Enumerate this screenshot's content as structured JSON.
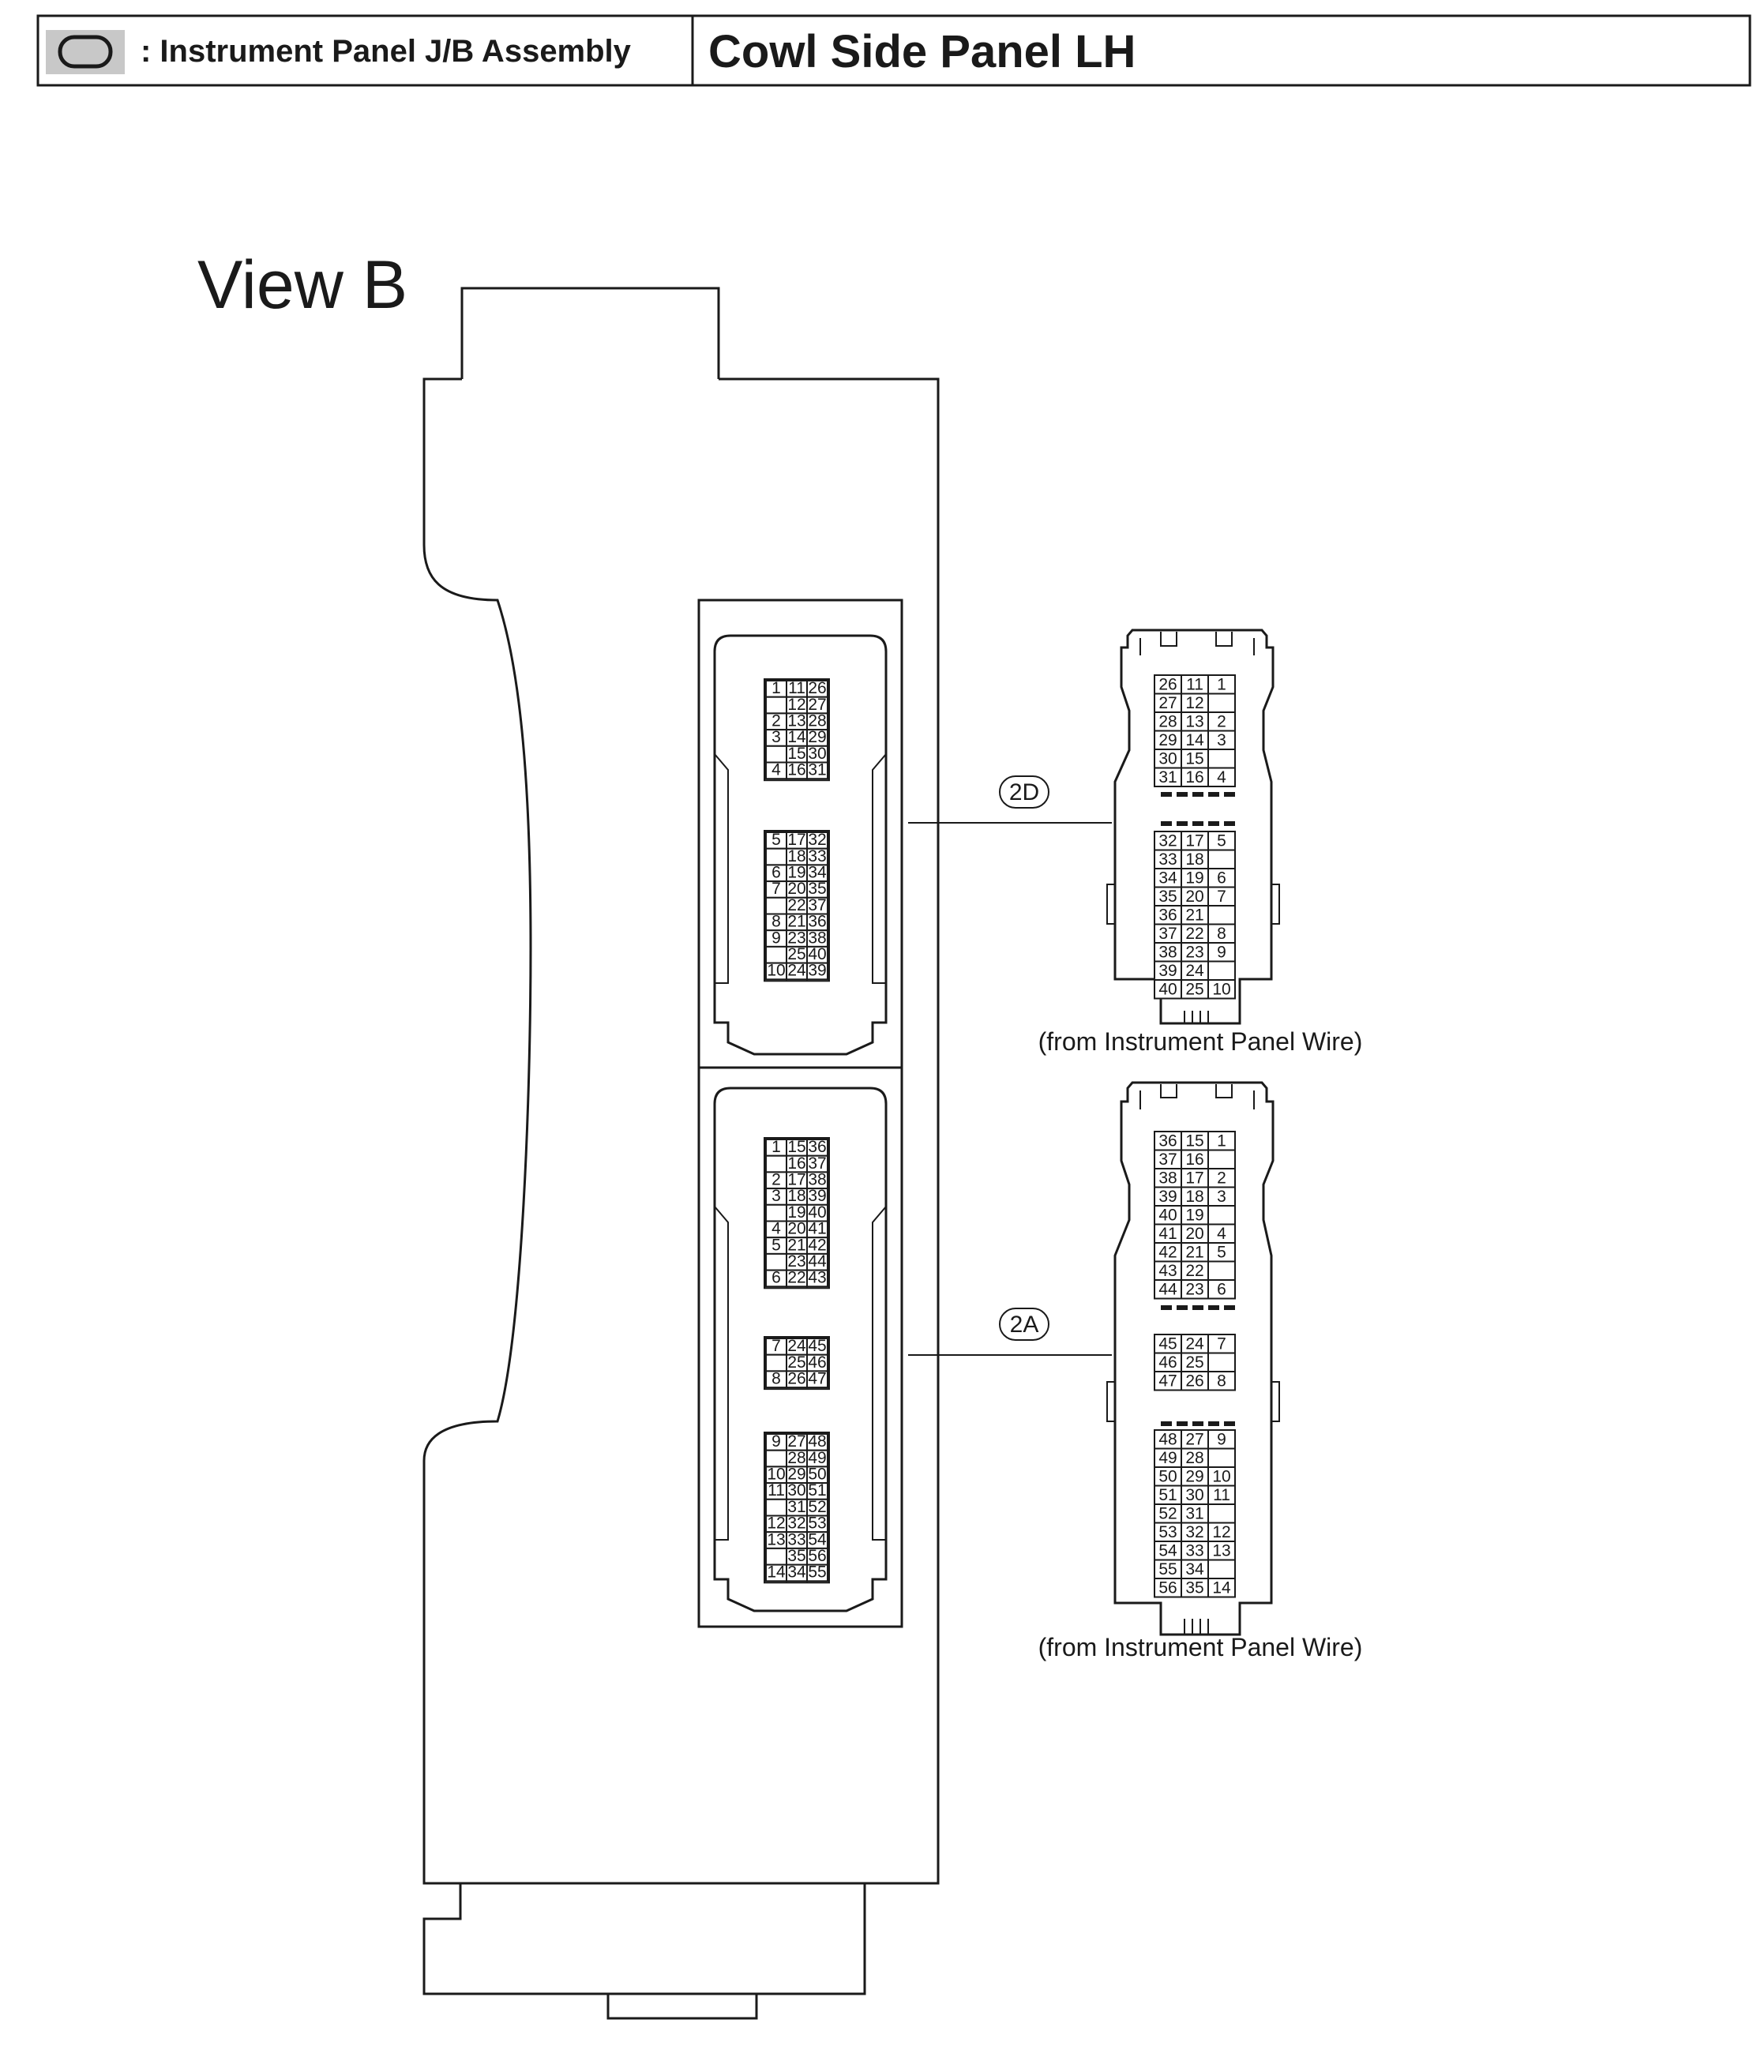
{
  "header": {
    "symbol_name": "rounded-rectangle-symbol",
    "label": ": Instrument Panel J/B Assembly",
    "title": "Cowl Side Panel LH"
  },
  "view_label": "View B",
  "connectors": [
    {
      "code": "2D",
      "caption": "(from Instrument Panel  Wire)",
      "jb_side": {
        "groups": [
          {
            "rows": [
              [
                "1",
                "11",
                "26"
              ],
              [
                "2",
                "13",
                "28"
              ],
              [
                "3",
                "14",
                "29"
              ],
              [
                "4",
                "16",
                "31"
              ]
            ],
            "sub": [
              [
                "",
                "12",
                "27"
              ],
              [
                "",
                "15",
                "30"
              ]
            ]
          },
          {
            "rows": [
              [
                "5",
                "17",
                "32"
              ],
              [
                "6",
                "19",
                "34"
              ],
              [
                "7",
                "20",
                "35"
              ],
              [
                "8",
                "21",
                "36"
              ],
              [
                "9",
                "23",
                "38"
              ],
              [
                "10",
                "24",
                "39"
              ]
            ],
            "sub": [
              [
                "",
                "18",
                "33"
              ],
              [
                "",
                "22",
                "37"
              ],
              [
                "",
                "25",
                "40"
              ]
            ]
          }
        ]
      },
      "wire_side": {
        "groups": [
          {
            "rows": [
              [
                "26",
                "11",
                "1"
              ],
              [
                "27",
                "12",
                ""
              ],
              [
                "28",
                "13",
                "2"
              ],
              [
                "29",
                "14",
                "3"
              ],
              [
                "30",
                "15",
                ""
              ],
              [
                "31",
                "16",
                "4"
              ]
            ]
          },
          {
            "rows": [
              [
                "32",
                "17",
                "5"
              ],
              [
                "33",
                "18",
                ""
              ],
              [
                "34",
                "19",
                "6"
              ],
              [
                "35",
                "20",
                "7"
              ],
              [
                "36",
                "21",
                ""
              ],
              [
                "37",
                "22",
                "8"
              ],
              [
                "38",
                "23",
                "9"
              ],
              [
                "39",
                "24",
                ""
              ],
              [
                "40",
                "25",
                "10"
              ]
            ]
          }
        ]
      }
    },
    {
      "code": "2A",
      "caption": "(from Instrument Panel  Wire)",
      "jb_side": {
        "groups": [
          {
            "rows": [
              [
                "1",
                "15",
                "36"
              ],
              [
                "2",
                "17",
                "38"
              ],
              [
                "3",
                "18",
                "39"
              ],
              [
                "4",
                "20",
                "41"
              ],
              [
                "5",
                "21",
                "42"
              ],
              [
                "6",
                "22",
                "43"
              ]
            ],
            "sub": [
              [
                "",
                "16",
                "37"
              ],
              [
                "",
                "19",
                "40"
              ],
              [
                "",
                "23",
                "44"
              ]
            ]
          },
          {
            "rows": [
              [
                "7",
                "24",
                "45"
              ],
              [
                "8",
                "26",
                "47"
              ]
            ],
            "sub": [
              [
                "",
                "25",
                "46"
              ]
            ]
          },
          {
            "rows": [
              [
                "9",
                "27",
                "48"
              ],
              [
                "10",
                "29",
                "50"
              ],
              [
                "11",
                "30",
                "51"
              ],
              [
                "12",
                "32",
                "53"
              ],
              [
                "13",
                "33",
                "54"
              ],
              [
                "14",
                "34",
                "55"
              ]
            ],
            "sub": [
              [
                "",
                "28",
                "49"
              ],
              [
                "",
                "31",
                "52"
              ],
              [
                "",
                "35",
                "56"
              ]
            ]
          }
        ]
      },
      "wire_side": {
        "groups": [
          {
            "rows": [
              [
                "36",
                "15",
                "1"
              ],
              [
                "37",
                "16",
                ""
              ],
              [
                "38",
                "17",
                "2"
              ],
              [
                "39",
                "18",
                "3"
              ],
              [
                "40",
                "19",
                ""
              ],
              [
                "41",
                "20",
                "4"
              ],
              [
                "42",
                "21",
                "5"
              ],
              [
                "43",
                "22",
                ""
              ],
              [
                "44",
                "23",
                "6"
              ]
            ]
          },
          {
            "rows": [
              [
                "45",
                "24",
                "7"
              ],
              [
                "46",
                "25",
                ""
              ],
              [
                "47",
                "26",
                "8"
              ]
            ]
          },
          {
            "rows": [
              [
                "48",
                "27",
                "9"
              ],
              [
                "49",
                "28",
                ""
              ],
              [
                "50",
                "29",
                "10"
              ],
              [
                "51",
                "30",
                "11"
              ],
              [
                "52",
                "31",
                ""
              ],
              [
                "53",
                "32",
                "12"
              ],
              [
                "54",
                "33",
                "13"
              ],
              [
                "55",
                "34",
                ""
              ],
              [
                "56",
                "35",
                "14"
              ]
            ]
          }
        ]
      }
    }
  ]
}
